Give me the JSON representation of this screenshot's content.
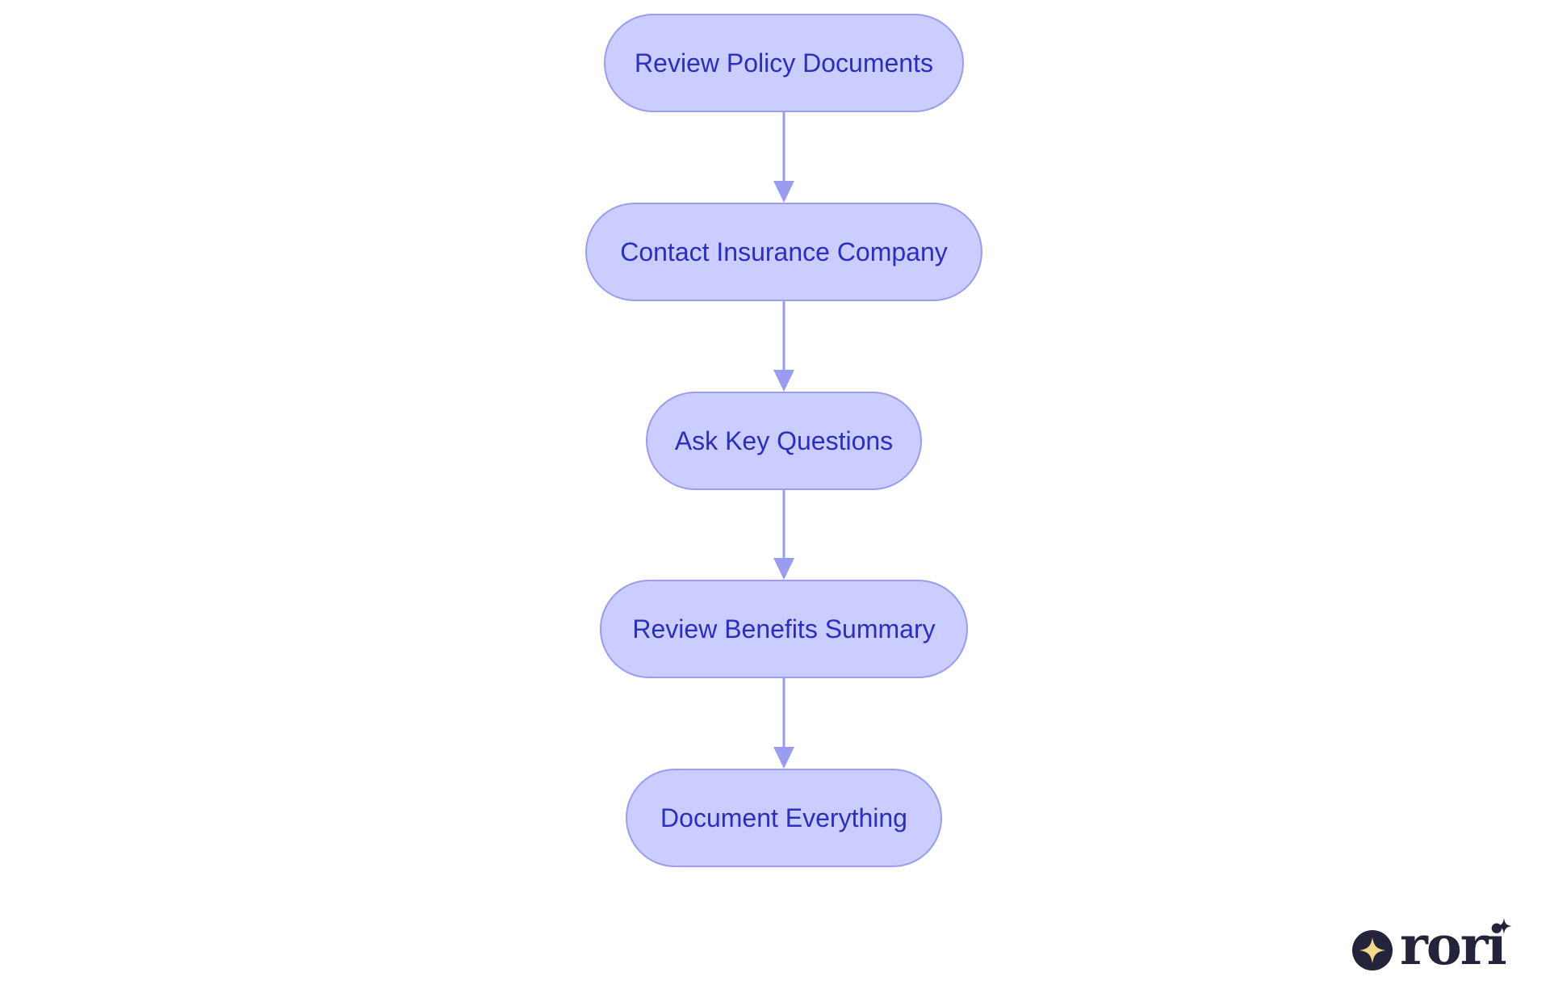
{
  "flowchart": {
    "steps": [
      "Review Policy Documents",
      "Contact Insurance Company",
      "Ask Key Questions",
      "Review Benefits Summary",
      "Document Everything"
    ],
    "colors": {
      "node_fill": "#cbccff",
      "node_border": "#9a9cf0",
      "node_text": "#2a2fbd",
      "arrow": "#9a9cf0"
    }
  },
  "logo": {
    "text": "rori",
    "icon": "sparkle-icon",
    "colors": {
      "dark": "#23243a",
      "sparkle": "#f5d98a"
    }
  }
}
